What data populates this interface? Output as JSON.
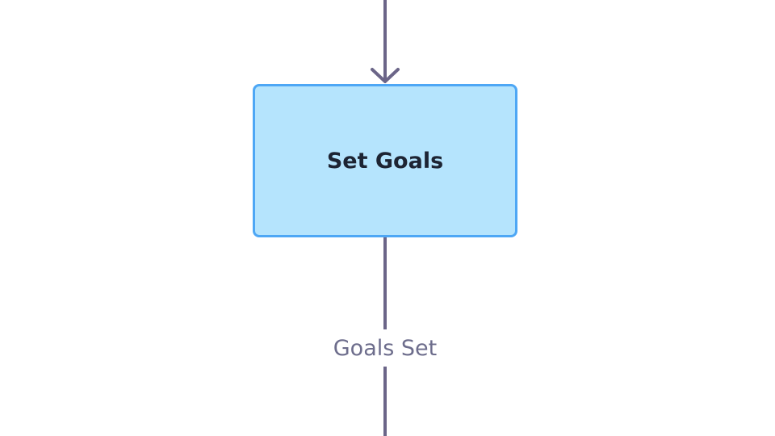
{
  "diagram": {
    "nodes": [
      {
        "label": "Set Goals"
      }
    ],
    "edges": [
      {
        "to": "Set Goals",
        "label": ""
      },
      {
        "from": "Set Goals",
        "label": "Goals Set"
      }
    ]
  },
  "colors": {
    "node_fill": "#b5e4fd",
    "node_border": "#4ea7f5",
    "edge": "#6b6588",
    "edge_label": "#6d6d8c"
  }
}
